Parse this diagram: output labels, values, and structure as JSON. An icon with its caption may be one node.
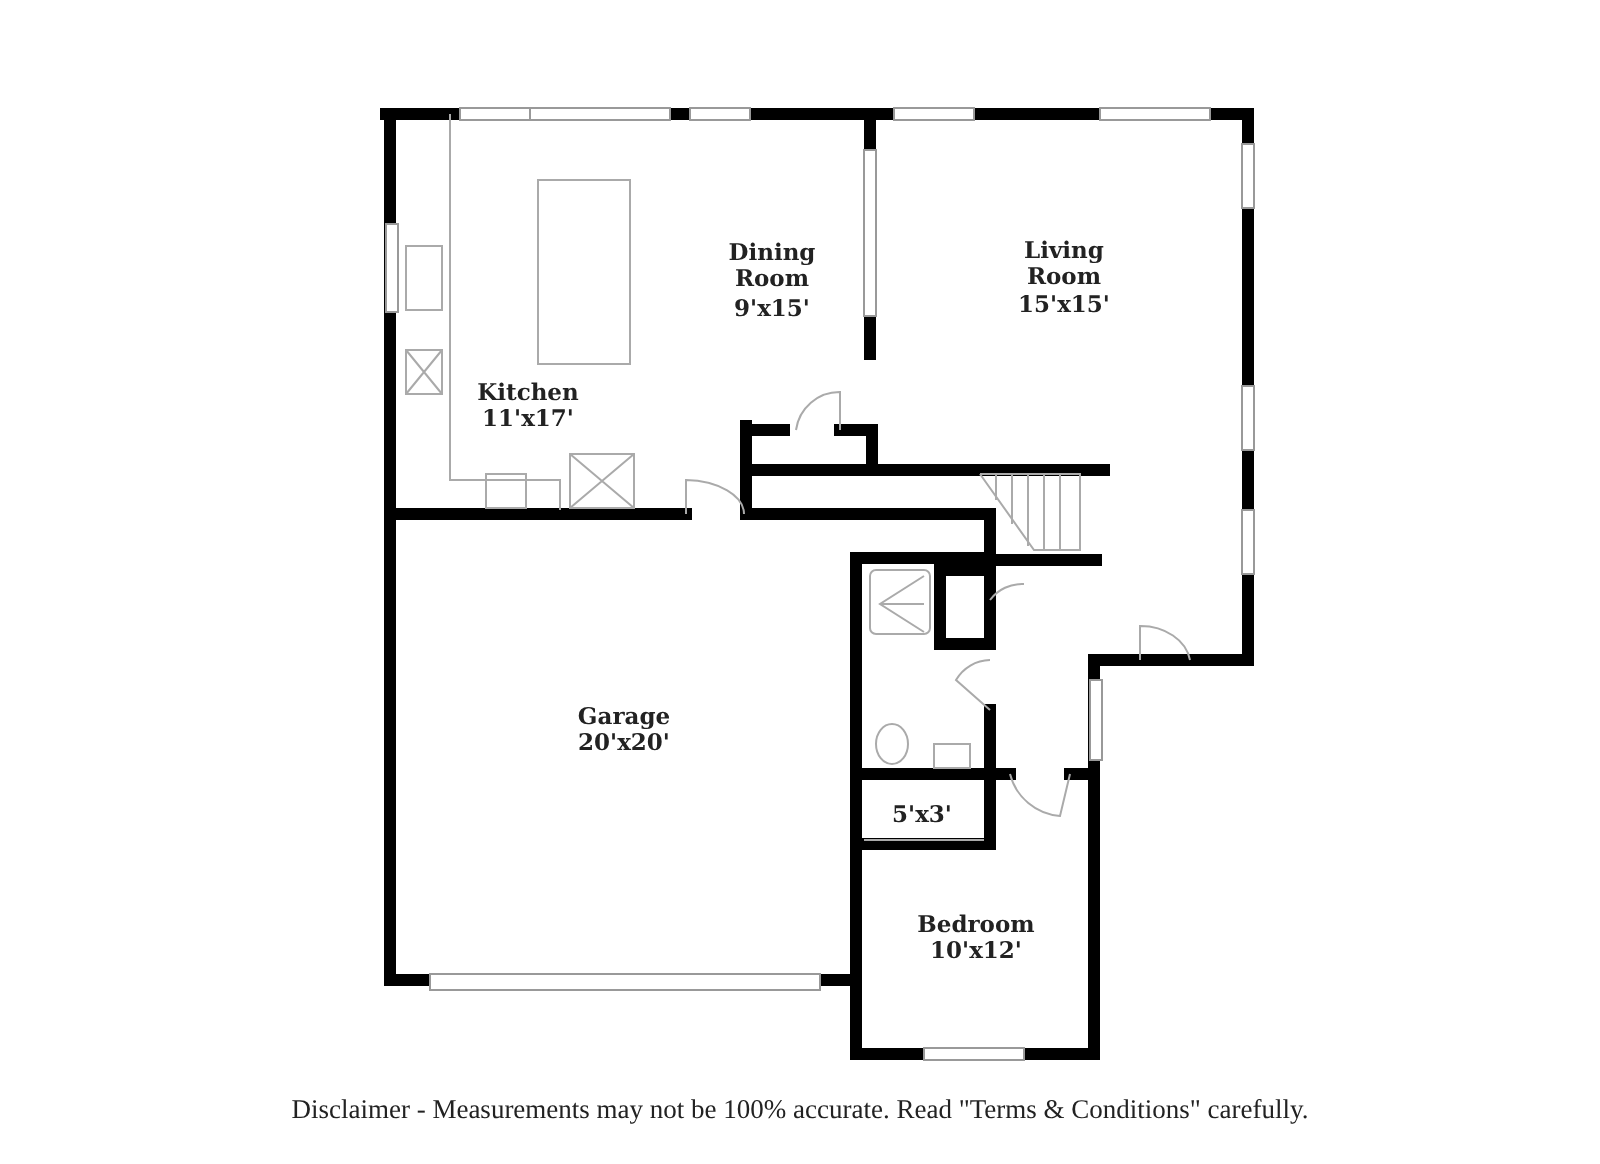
{
  "diagram": {
    "labels": [
      "Dining Room",
      "9'x15'",
      "Living Room",
      "15'x15'",
      "Kitchen",
      "11'x17'",
      "Garage",
      "20'x20'",
      "5'x3'",
      "Bedroom",
      "10'x12'",
      "Disclaimer - Measurements may not be 100% accurate. Read \"Terms & Conditions\" carefully."
    ]
  }
}
